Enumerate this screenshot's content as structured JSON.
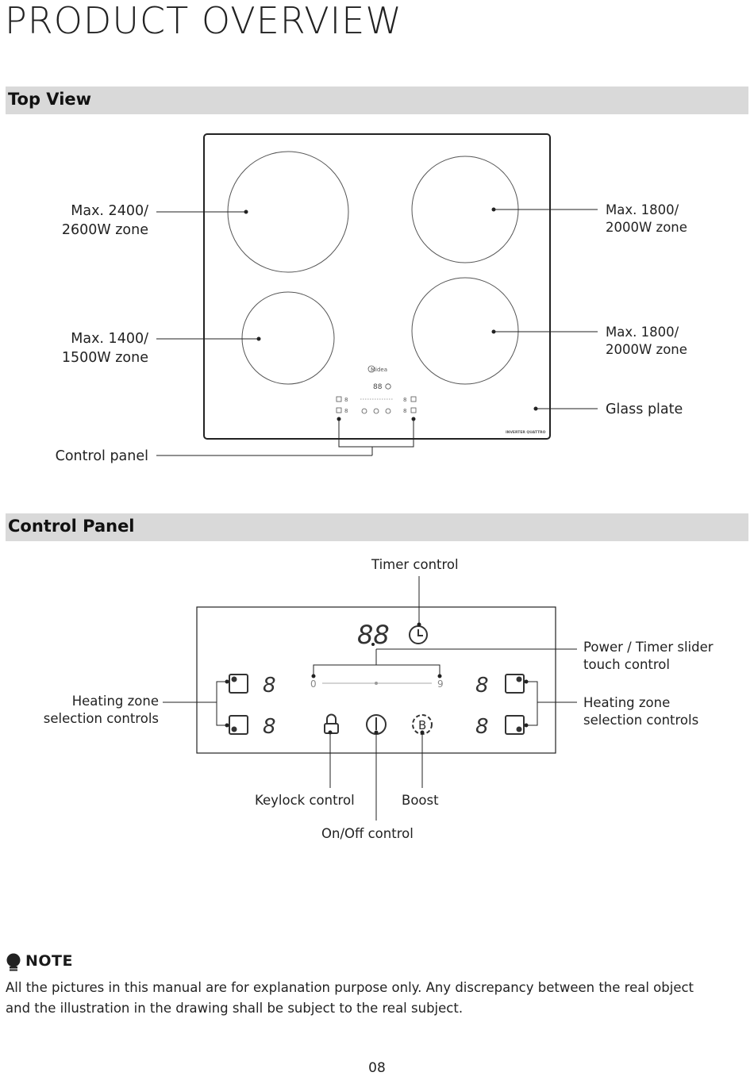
{
  "page": {
    "title": "PRODUCT OVERVIEW",
    "page_number": "08"
  },
  "top_view": {
    "heading": "Top View",
    "labels": {
      "zone_top_left_l1": "Max. 2400/",
      "zone_top_left_l2": "2600W zone",
      "zone_bottom_left_l1": "Max. 1400/",
      "zone_bottom_left_l2": "1500W zone",
      "zone_top_right_l1": "Max. 1800/",
      "zone_top_right_l2": "2000W zone",
      "zone_bottom_right_l1": "Max. 1800/",
      "zone_bottom_right_l2": "2000W zone",
      "glass_plate": "Glass plate",
      "control_panel": "Control panel"
    },
    "brand_logo": "Midea",
    "mini_display": "88",
    "badge": "INVERTER QUATTRO"
  },
  "control_panel": {
    "heading": "Control Panel",
    "labels": {
      "timer_control": "Timer control",
      "slider_l1": "Power / Timer slider",
      "slider_l2": "touch control",
      "heating_left_l1": "Heating zone",
      "heating_left_l2": "selection controls",
      "heating_right_l1": "Heating zone",
      "heating_right_l2": "selection controls",
      "keylock": "Keylock control",
      "boost": "Boost",
      "onoff": "On/Off control"
    },
    "timer_display": "88",
    "zone_display": "8",
    "slider_min": "0",
    "slider_max": "9",
    "boost_glyph": "B"
  },
  "note": {
    "title": "NOTE",
    "icon": "lightbulb-icon",
    "text": "All the pictures in this manual are for explanation purpose only. Any discrepancy between the real object and the illustration in the drawing shall be subject to the real subject."
  }
}
